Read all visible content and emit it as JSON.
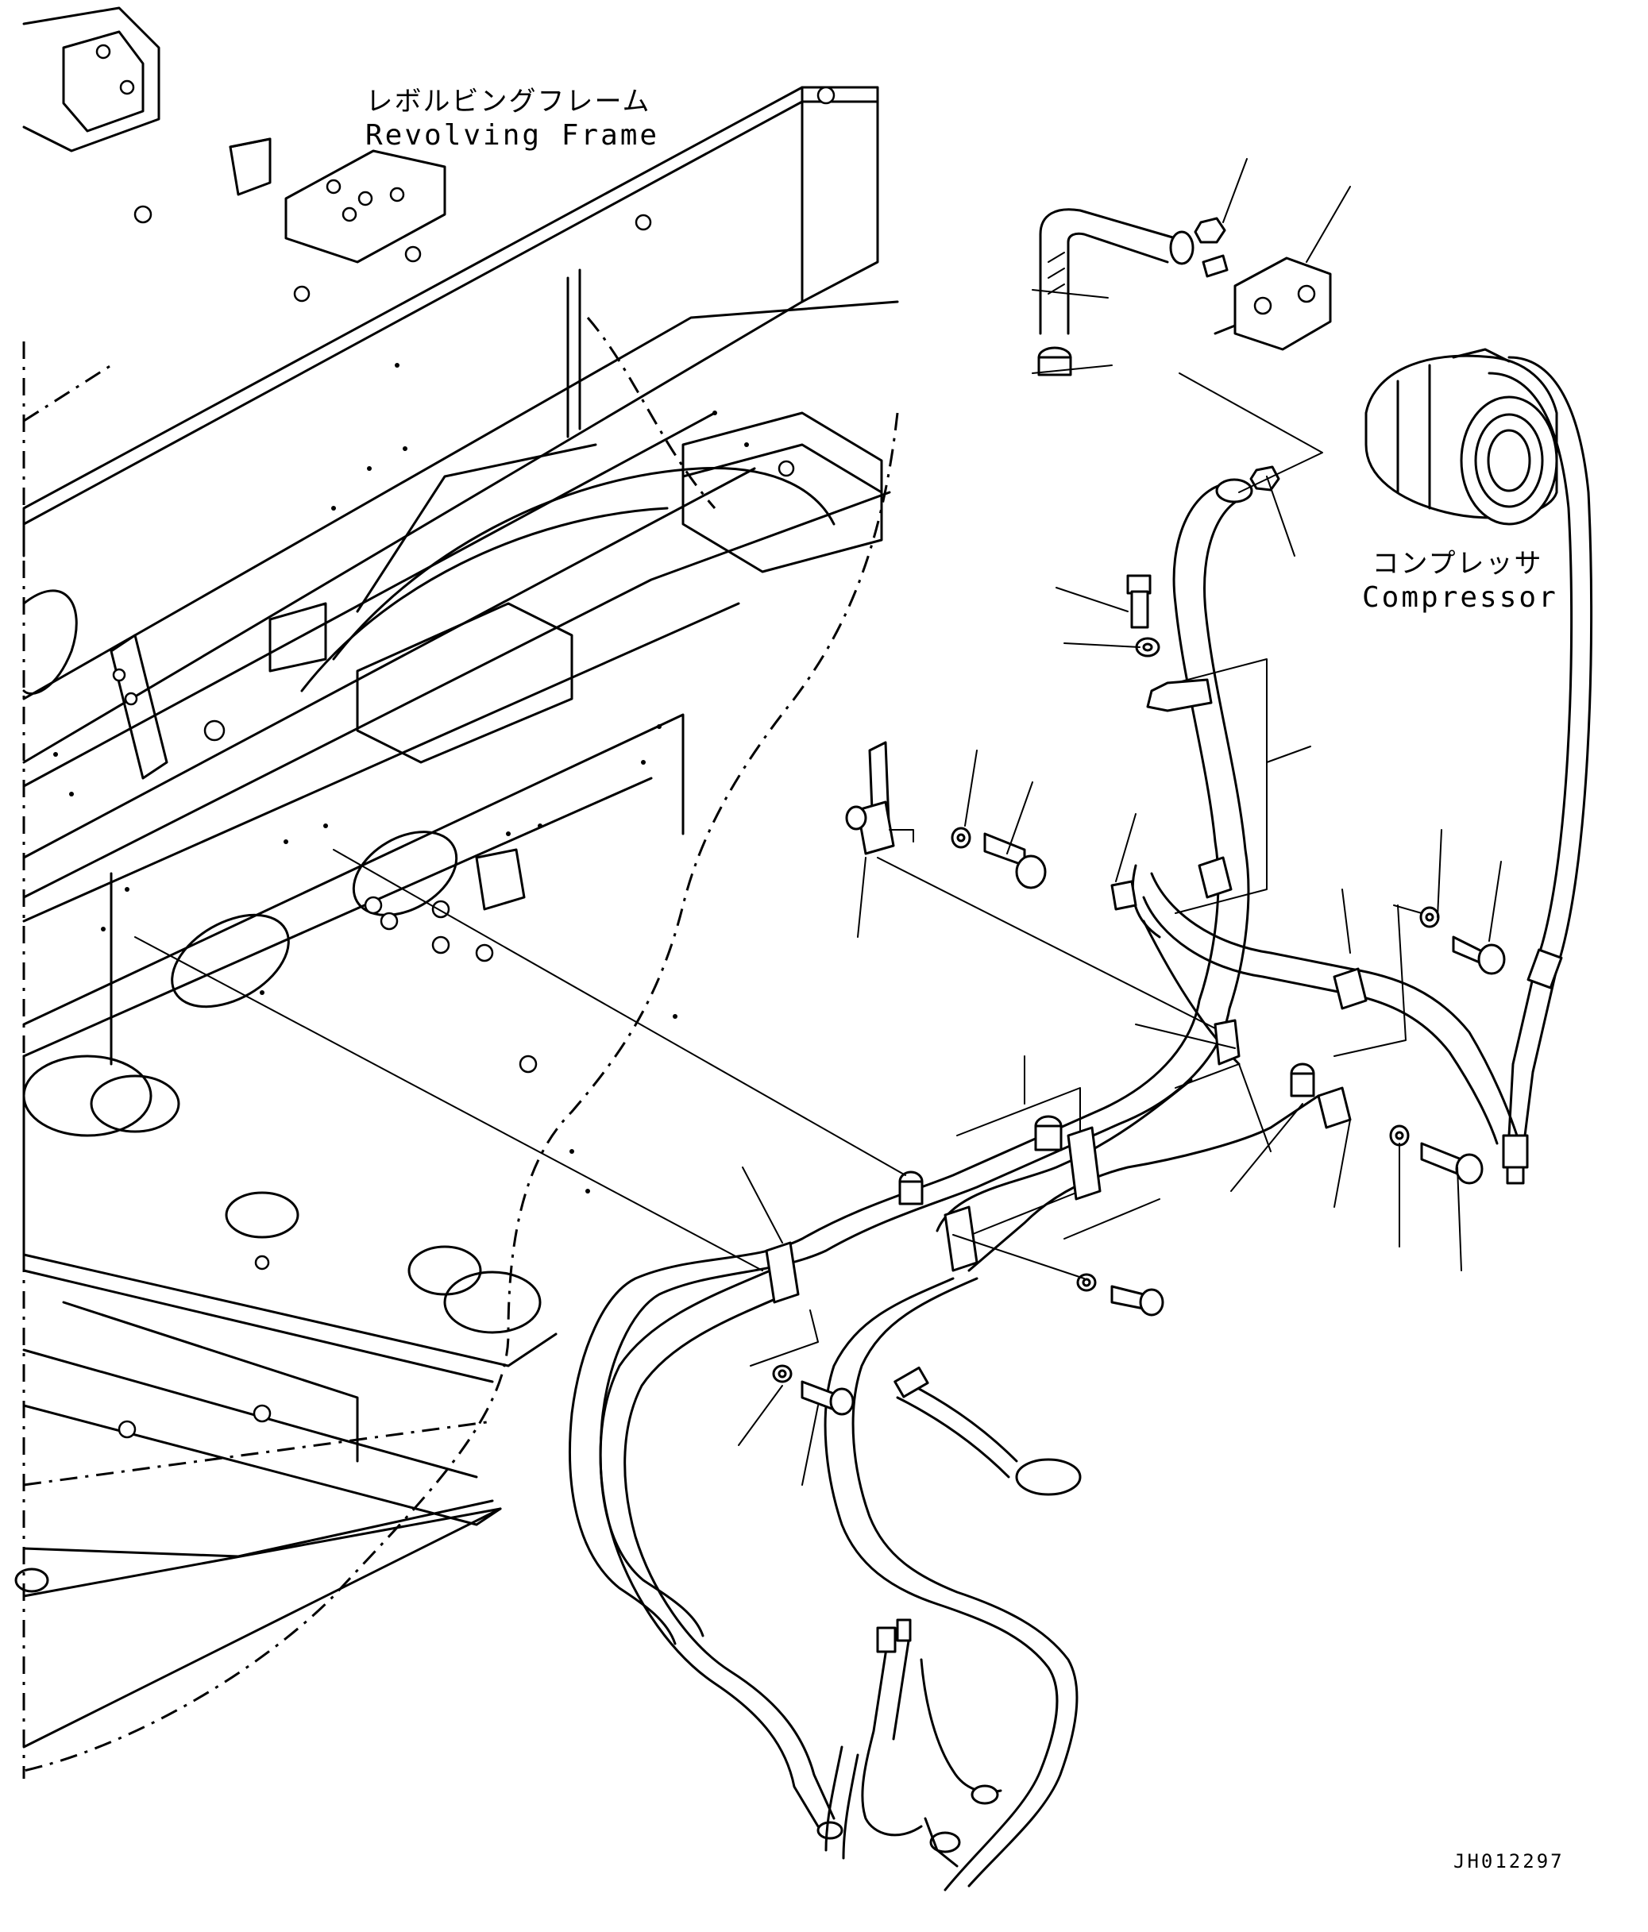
{
  "labels": {
    "revolving_frame": {
      "jp": "レボルビングフレーム",
      "en": "Revolving Frame"
    },
    "compressor": {
      "jp": "コンプレッサ",
      "en": "Compressor"
    }
  },
  "drawing_code": "JH012297"
}
